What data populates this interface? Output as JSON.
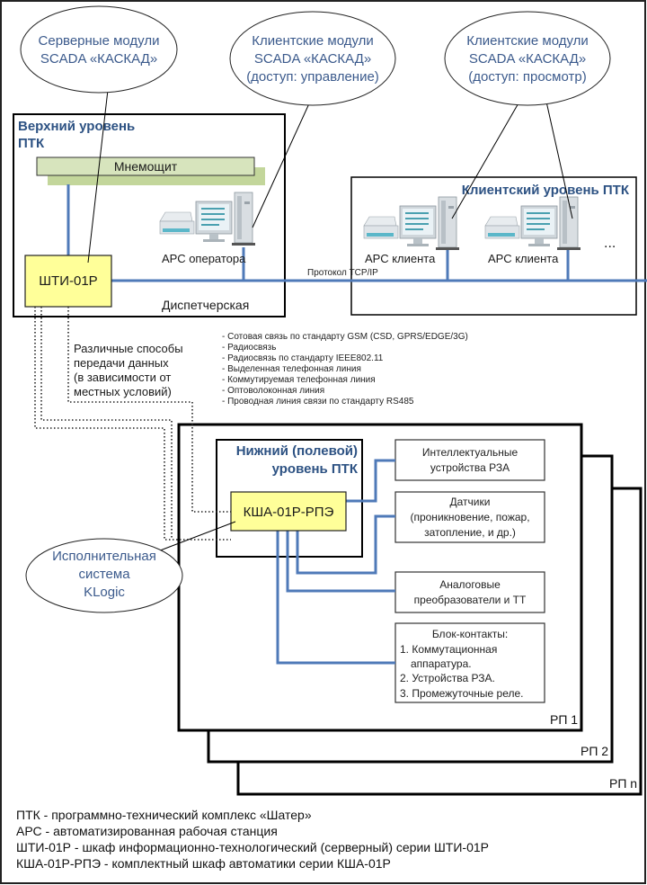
{
  "ovals": {
    "server_modules": [
      "Серверные модули",
      "SCADA «КАСКАД»"
    ],
    "client_control": [
      "Клиентские модули",
      "SCADA «КАСКАД»",
      "(доступ: управление)"
    ],
    "client_view": [
      "Клиентские модули",
      "SCADA «КАСКАД»",
      "(доступ: просмотр)"
    ],
    "klogic": [
      "Исполнительная",
      "система",
      "KLogic"
    ]
  },
  "upper_level": {
    "title": [
      "Верхний уровень",
      "ПТК"
    ],
    "mnemo_label": "Мнемощит",
    "sti_label": "ШТИ-01Р",
    "operator_label": "АРС оператора",
    "room_label": "Диспетчерская"
  },
  "client_level": {
    "title": "Клиентский уровень ПТК",
    "client_label_1": "АРС клиента",
    "client_label_2": "АРС клиента",
    "ellipsis": "...",
    "protocol_label": "Протокол TCP/IP"
  },
  "transfer": {
    "note": [
      "Различные способы",
      "передачи данных",
      "(в зависимости от",
      "местных условий)"
    ],
    "methods": [
      "- Сотовая связь по стандарту GSM (CSD, GPRS/EDGE/3G)",
      "- Радиосвязь",
      "- Радиосвязь по стандарту IEEE802.11",
      "- Выделенная телефонная линия",
      "- Коммутируемая телефонная линия",
      "- Оптоволоконная линия",
      "- Проводная линия связи по стандарту RS485"
    ]
  },
  "lower_level": {
    "title": [
      "Нижний (полевой)",
      "уровень ПТК"
    ],
    "ksha_label": "КША-01Р-РПЭ",
    "devices": {
      "rza": [
        "Интеллектуальные",
        "устройства РЗА"
      ],
      "sensors": [
        "Датчики",
        "(проникновение, пожар,",
        "затопление, и др.)"
      ],
      "analog": [
        "Аналоговые",
        "преобразователи и ТТ"
      ],
      "contacts": [
        "Блок-контакты:",
        "1. Коммутационная",
        "аппаратура.",
        "2. Устройства РЗА.",
        "3. Промежуточные реле."
      ]
    },
    "rp_labels": [
      "РП 1",
      "РП 2",
      "РП n"
    ]
  },
  "legend": [
    "ПТК - программно-технический комплекс «Шатер»",
    "АРС - автоматизированная рабочая станция",
    "ШТИ-01Р - шкаф информационно-технологический (серверный) серии ШТИ-01Р",
    "КША-01Р-РПЭ - комплектный шкаф автоматики серии КША-01Р"
  ],
  "colors": {
    "link_blue": "#4f7ab8",
    "title_blue": "#2d5283",
    "oval_text": "#3b5a8c",
    "cabinet_yellow": "#ffff99",
    "mnemo_green": "#d7e4bd",
    "mnemo_shadow": "#c3d69b"
  }
}
